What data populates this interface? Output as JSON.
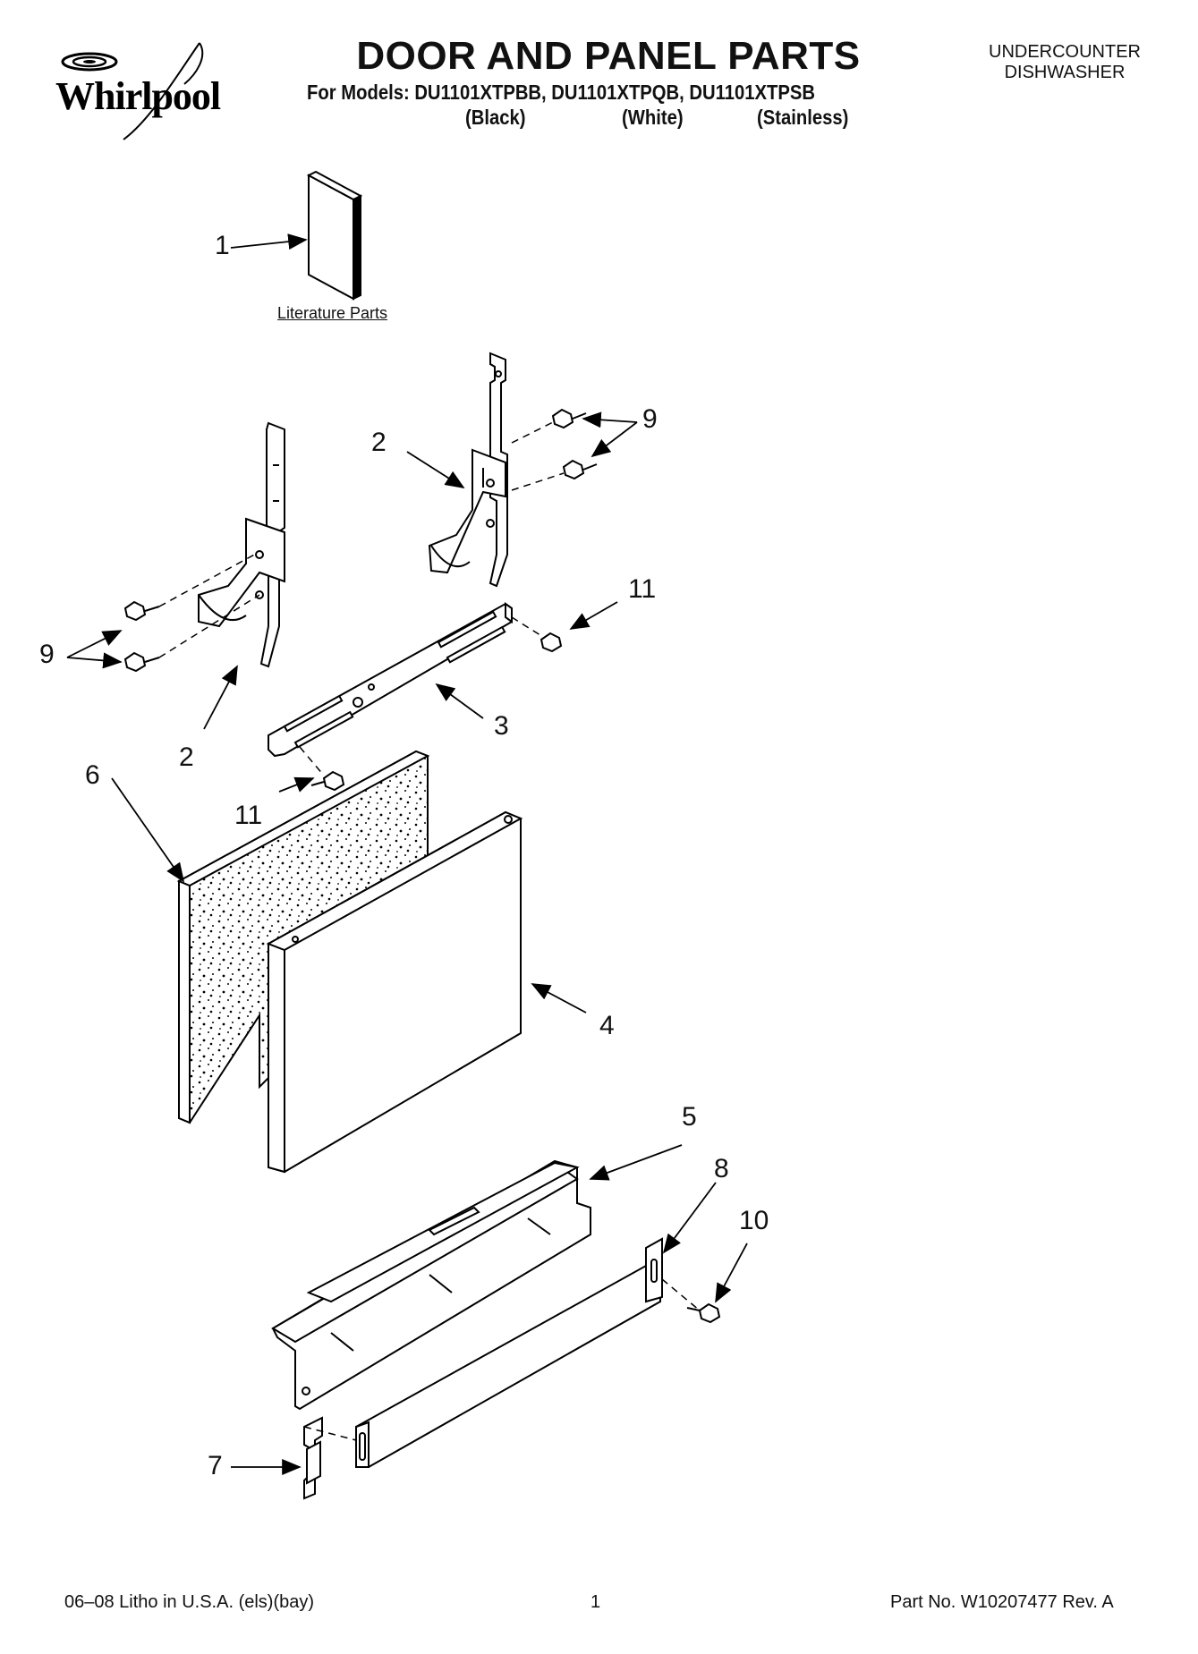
{
  "header": {
    "brand": "Whirlpool",
    "title": "DOOR AND PANEL PARTS",
    "models_line": "For Models: DU1101XTPBB, DU1101XTPQB, DU1101XTPSB",
    "variants": [
      "(Black)",
      "(White)",
      "(Stainless)"
    ],
    "appliance_type_line1": "UNDERCOUNTER",
    "appliance_type_line2": "DISHWASHER"
  },
  "diagram": {
    "literature_label": "Literature Parts",
    "callouts": {
      "c1": "1",
      "c2_upper": "2",
      "c2_lower": "2",
      "c3": "3",
      "c4": "4",
      "c5": "5",
      "c6": "6",
      "c7": "7",
      "c8": "8",
      "c9_upper": "9",
      "c9_lower": "9",
      "c10": "10",
      "c11_upper": "11",
      "c11_lower": "11"
    }
  },
  "footer": {
    "litho": "06–08 Litho in U.S.A. (els)(bay)",
    "page": "1",
    "part_no": "Part No. W10207477 Rev. A"
  }
}
